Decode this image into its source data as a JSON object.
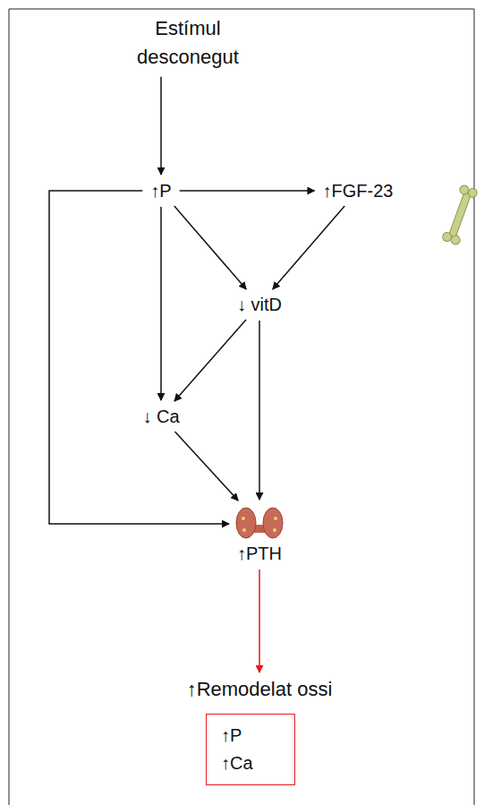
{
  "diagram": {
    "nodes": [
      {
        "text": [
          "Estímul desconegut"
        ]
      },
      {
        "text": [
          "↑P"
        ]
      },
      {
        "text": [
          "↑FGF-23"
        ]
      },
      {
        "text": [
          "↓ vitD"
        ]
      },
      {
        "text": [
          "↓ Ca"
        ]
      },
      {
        "text": [
          "↑PTH"
        ]
      },
      {
        "text": [
          "↑Remodelat ossi"
        ]
      },
      {
        "text": [
          "↑P",
          "↑Ca"
        ]
      }
    ],
    "edges": [
      {
        "from": 0,
        "to": 1,
        "arrow": "to"
      },
      {
        "from": 1,
        "to": 2,
        "arrow": "to"
      },
      {
        "from": 1,
        "to": 3,
        "arrow": "to"
      },
      {
        "from": 2,
        "to": 3,
        "arrow": "to"
      },
      {
        "from": 1,
        "to": 4,
        "arrow": "to"
      },
      {
        "from": 3,
        "to": 4,
        "arrow": "to"
      },
      {
        "from": 3,
        "to": 5,
        "arrow": "to"
      },
      {
        "from": 4,
        "to": 5,
        "arrow": "to"
      },
      {
        "from": 1,
        "to": 5,
        "arrow": "to"
      },
      {
        "from": 5,
        "to": 6,
        "arrow": "to"
      }
    ]
  }
}
